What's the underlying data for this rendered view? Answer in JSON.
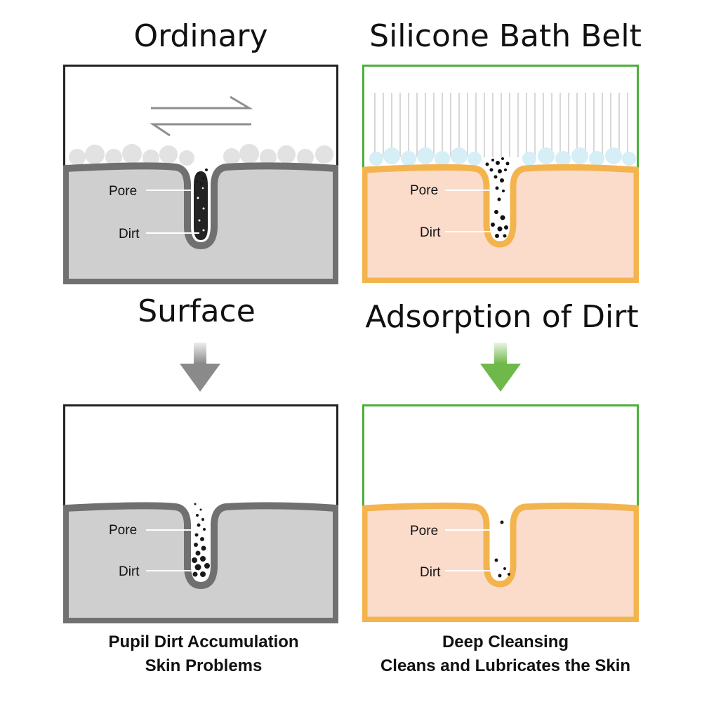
{
  "left": {
    "title": "Ordinary",
    "middle_heading": "Surface",
    "top_panel": {
      "pore_label": "Pore",
      "dirt_label": "Dirt"
    },
    "bottom_panel": {
      "pore_label": "Pore",
      "dirt_label": "Dirt"
    },
    "caption_line1": "Pupil Dirt Accumulation",
    "caption_line2": "Skin Problems",
    "frame_color": "#222222",
    "skin_color": "#cfcfcf",
    "skin_line_color": "#707070",
    "arrow_color": "#8a8a8a"
  },
  "right": {
    "title": "Silicone Bath Belt",
    "middle_heading": "Adsorption of Dirt",
    "top_panel": {
      "pore_label": "Pore",
      "dirt_label": "Dirt"
    },
    "bottom_panel": {
      "pore_label": "Pore",
      "dirt_label": "Dirt"
    },
    "caption_line1": "Deep Cleansing",
    "caption_line2": "Cleans and Lubricates the Skin",
    "frame_color": "#4caf3a",
    "skin_color": "#fbdccb",
    "skin_line_color": "#f3b44e",
    "arrow_color": "#6fb84a"
  }
}
